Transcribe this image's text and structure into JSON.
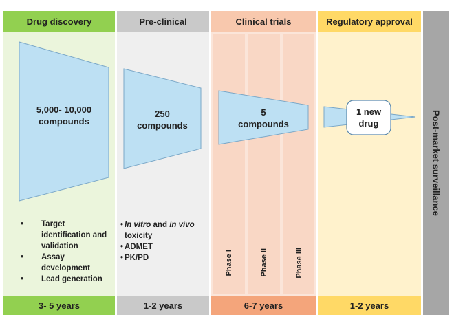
{
  "columns": [
    {
      "id": "discovery",
      "header": "Drug discovery",
      "footer": "3- 5 years",
      "header_color": "#92d050",
      "body_color": "#ebf5dc",
      "footer_color": "#92d050"
    },
    {
      "id": "preclinical",
      "header": "Pre-clinical",
      "footer": "1-2 years",
      "header_color": "#c9c9c9",
      "body_color": "#efefef",
      "footer_color": "#c9c9c9"
    },
    {
      "id": "clinical",
      "header": "Clinical trials",
      "footer": "6-7 years",
      "header_color": "#f8c8ad",
      "body_color": "#fbe5d9",
      "footer_color": "#f4a57b"
    },
    {
      "id": "regulatory",
      "header": "Regulatory approval",
      "footer": "1-2 years",
      "header_color": "#ffd966",
      "body_color": "#fff2cc",
      "footer_color": "#ffd966"
    }
  ],
  "funnels": {
    "discovery": [
      "5,000- 10,000",
      "compounds"
    ],
    "preclinical": [
      "250",
      "compounds"
    ],
    "clinical": [
      "5",
      "compounds"
    ],
    "regulatory": [
      "1 new",
      "drug"
    ]
  },
  "funnel_color": "#bde0f3",
  "bullets": {
    "discovery": [
      "Target identification and validation",
      "Assay development",
      "Lead generation"
    ],
    "preclinical": [
      {
        "parts": [
          {
            "text": "In vitro",
            "italic": true
          },
          {
            "text": " and ",
            "italic": false
          },
          {
            "text": "in vivo",
            "italic": true
          },
          {
            "text": " toxicity",
            "italic": false
          }
        ]
      },
      {
        "parts": [
          {
            "text": "ADMET",
            "italic": false
          }
        ]
      },
      {
        "parts": [
          {
            "text": "PK/PD",
            "italic": false
          }
        ]
      }
    ]
  },
  "phases": [
    "Phase I",
    "Phase II",
    "Phase III"
  ],
  "post_market": {
    "label": "Post-market surveillance",
    "color": "#a6a6a6"
  }
}
